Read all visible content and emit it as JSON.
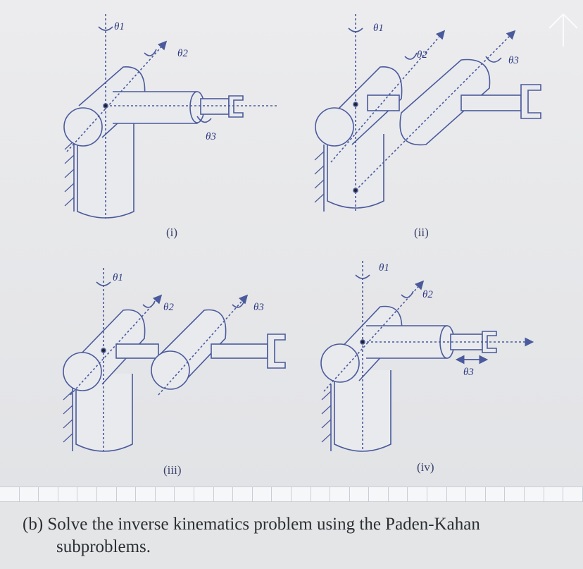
{
  "figure": {
    "panels": [
      {
        "id": "i",
        "caption": "(i)",
        "labels": [
          "θ1",
          "θ2",
          "θ3"
        ]
      },
      {
        "id": "ii",
        "caption": "(ii)",
        "labels": [
          "θ1",
          "θ2",
          "θ3"
        ]
      },
      {
        "id": "iii",
        "caption": "(iii)",
        "labels": [
          "θ1",
          "θ2",
          "θ3"
        ]
      },
      {
        "id": "iv",
        "caption": "(iv)",
        "labels": [
          "θ1",
          "θ2",
          "θ3"
        ]
      }
    ],
    "line_color": "#4a5a9c"
  },
  "question": {
    "line1": "(b) Solve the inverse kinematics problem using the Paden-Kahan",
    "line2": "subproblems."
  }
}
